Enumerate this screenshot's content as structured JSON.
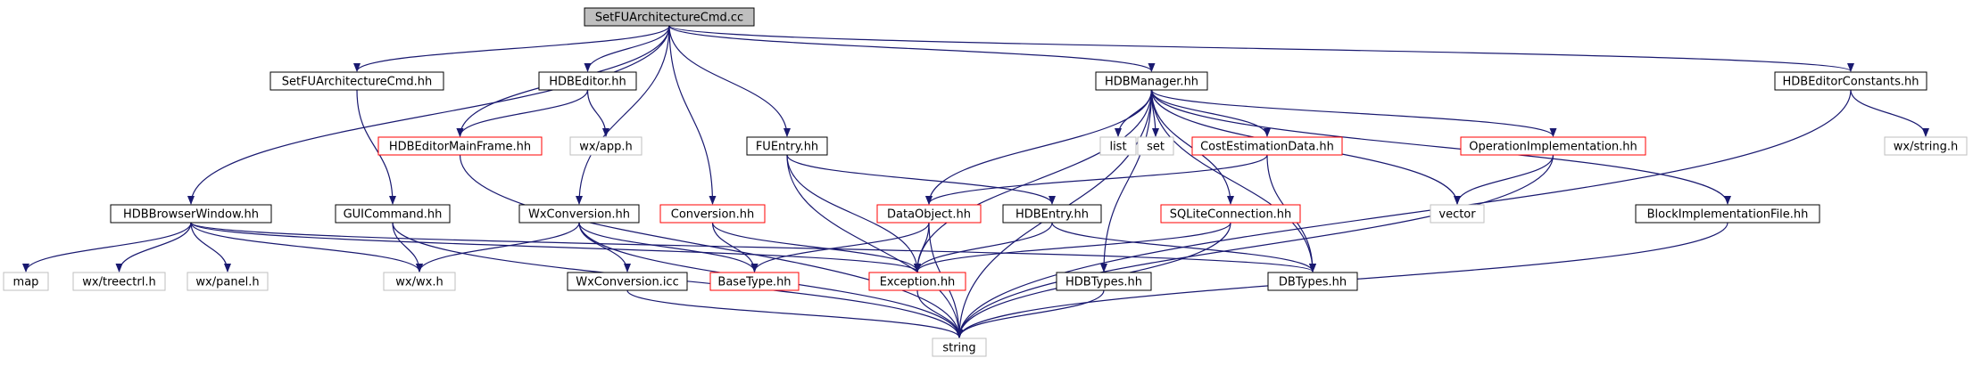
{
  "diagram": {
    "colors": {
      "edge": "#191970",
      "edge_head": "#191970",
      "root_fill": "#bfbfbf",
      "border_black": "#000000",
      "border_red": "#ff0000",
      "border_gray": "#bfbfbf",
      "text": "#000000",
      "background": "#ffffff"
    },
    "nodes": [
      {
        "id": "root",
        "label": "SetFUArchitectureCmd.cc",
        "style": "root"
      },
      {
        "id": "setfu_hh",
        "label": "SetFUArchitectureCmd.hh",
        "style": "black"
      },
      {
        "id": "hdbeditor_hh",
        "label": "HDBEditor.hh",
        "style": "black"
      },
      {
        "id": "hdbmanager_hh",
        "label": "HDBManager.hh",
        "style": "black"
      },
      {
        "id": "hdbeditorconstants_hh",
        "label": "HDBEditorConstants.hh",
        "style": "black"
      },
      {
        "id": "hdbeditormainframe_hh",
        "label": "HDBEditorMainFrame.hh",
        "style": "red"
      },
      {
        "id": "wxapp_h",
        "label": "wx/app.h",
        "style": "gray"
      },
      {
        "id": "fuentry_hh",
        "label": "FUEntry.hh",
        "style": "black"
      },
      {
        "id": "list",
        "label": "list",
        "style": "gray"
      },
      {
        "id": "set",
        "label": "set",
        "style": "gray"
      },
      {
        "id": "costestimationdata_hh",
        "label": "CostEstimationData.hh",
        "style": "red"
      },
      {
        "id": "operationimplementation_hh",
        "label": "OperationImplementation.hh",
        "style": "red"
      },
      {
        "id": "wxstring_h",
        "label": "wx/string.h",
        "style": "gray"
      },
      {
        "id": "hdbbrowserwindow_hh",
        "label": "HDBBrowserWindow.hh",
        "style": "black"
      },
      {
        "id": "guicommand_hh",
        "label": "GUICommand.hh",
        "style": "black"
      },
      {
        "id": "wxconversion_hh",
        "label": "WxConversion.hh",
        "style": "black"
      },
      {
        "id": "conversion_hh",
        "label": "Conversion.hh",
        "style": "red"
      },
      {
        "id": "dataobject_hh",
        "label": "DataObject.hh",
        "style": "red"
      },
      {
        "id": "hdbentry_hh",
        "label": "HDBEntry.hh",
        "style": "black"
      },
      {
        "id": "sqliteconnection_hh",
        "label": "SQLiteConnection.hh",
        "style": "red"
      },
      {
        "id": "vector",
        "label": "vector",
        "style": "gray"
      },
      {
        "id": "blockimplementationfile_hh",
        "label": "BlockImplementationFile.hh",
        "style": "black"
      },
      {
        "id": "map",
        "label": "map",
        "style": "gray"
      },
      {
        "id": "wxtreectrl_h",
        "label": "wx/treectrl.h",
        "style": "gray"
      },
      {
        "id": "wxpanel_h",
        "label": "wx/panel.h",
        "style": "gray"
      },
      {
        "id": "wxwx_h",
        "label": "wx/wx.h",
        "style": "gray"
      },
      {
        "id": "wxconversion_icc",
        "label": "WxConversion.icc",
        "style": "black"
      },
      {
        "id": "basetype_hh",
        "label": "BaseType.hh",
        "style": "red"
      },
      {
        "id": "exception_hh",
        "label": "Exception.hh",
        "style": "red"
      },
      {
        "id": "hdbtypes_hh",
        "label": "HDBTypes.hh",
        "style": "black"
      },
      {
        "id": "dbtypes_hh",
        "label": "DBTypes.hh",
        "style": "black"
      },
      {
        "id": "string",
        "label": "string",
        "style": "gray"
      }
    ]
  }
}
